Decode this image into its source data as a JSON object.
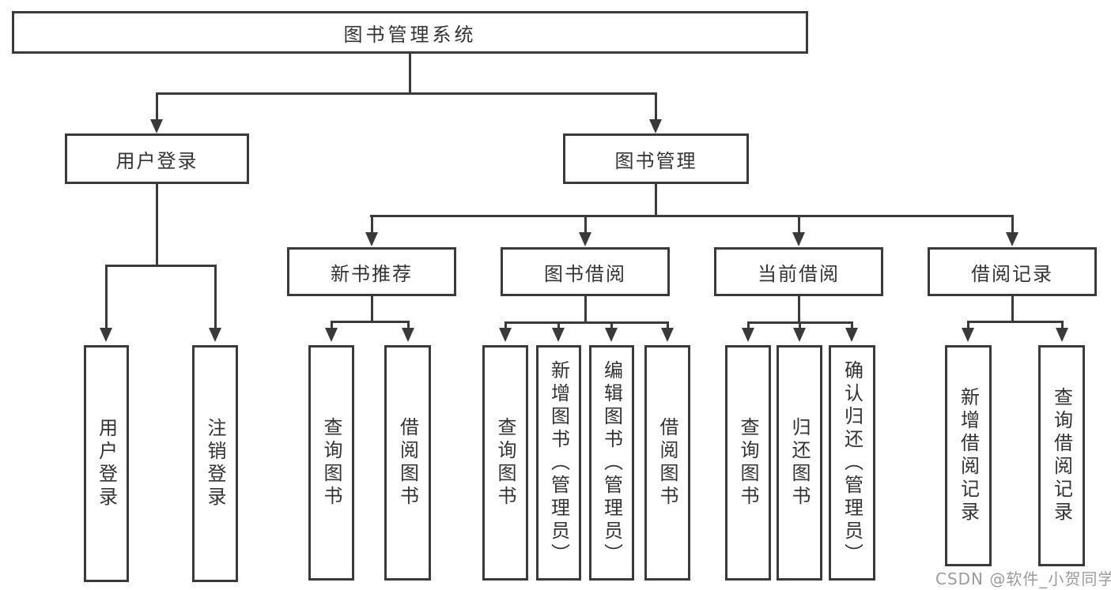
{
  "title": "图书管理系统",
  "level2": [
    {
      "label": "用户登录"
    },
    {
      "label": "图书管理"
    }
  ],
  "level3": [
    {
      "label": "新书推荐"
    },
    {
      "label": "图书借阅"
    },
    {
      "label": "当前借阅"
    },
    {
      "label": "借阅记录"
    }
  ],
  "leaves": {
    "login": [
      "用户登录",
      "注销登录"
    ],
    "recommend": [
      "查询图书",
      "借阅图书"
    ],
    "borrow": [
      "查询图书",
      "新增图书（管理员）",
      "编辑图书（管理员）",
      "借阅图书"
    ],
    "current": [
      "查询图书",
      "归还图书",
      "确认归还（管理员）"
    ],
    "records": [
      "新增借阅记录",
      "查询借阅记录"
    ]
  },
  "watermark": "CSDN @软件_小贺同学",
  "colors": {
    "line": "#3a3a3a",
    "text": "#333333",
    "watermark": "#9b9b9b",
    "background": "#ffffff"
  }
}
